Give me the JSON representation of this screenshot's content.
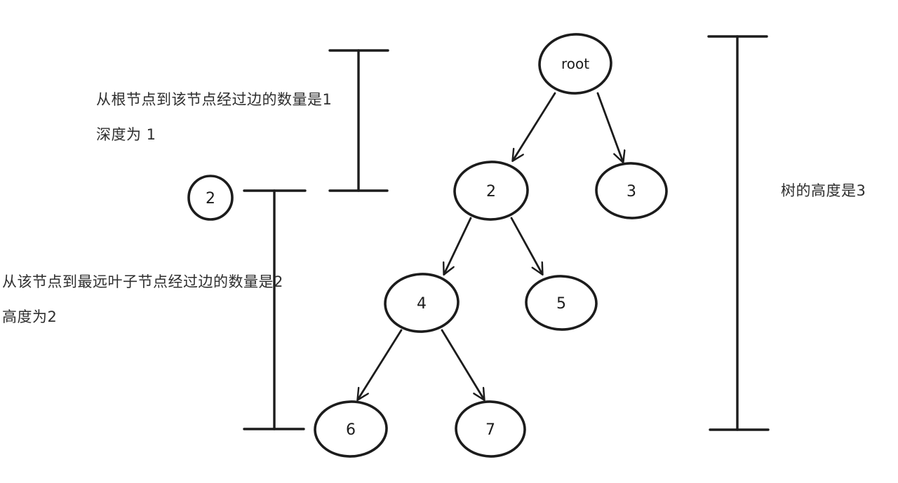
{
  "page": {
    "background": "#ffffff",
    "stroke_color": "#1c1c1c",
    "text_color": "#2e2e2e"
  },
  "annotations": {
    "depth_line1": "从根节点到该节点经过边的数量是1",
    "depth_line2": "深度为 1",
    "height_line1": "从该节点到最远叶子节点经过边的数量是2",
    "height_line2": "高度为2",
    "tree_height": "树的高度是3"
  },
  "side_node": {
    "label": "2"
  },
  "tree": {
    "nodes": [
      {
        "id": "root",
        "label": "root"
      },
      {
        "id": "2",
        "label": "2"
      },
      {
        "id": "3",
        "label": "3"
      },
      {
        "id": "4",
        "label": "4"
      },
      {
        "id": "5",
        "label": "5"
      },
      {
        "id": "6",
        "label": "6"
      },
      {
        "id": "7",
        "label": "7"
      }
    ],
    "edges": [
      {
        "from": "root",
        "to": "2"
      },
      {
        "from": "root",
        "to": "3"
      },
      {
        "from": "2",
        "to": "4"
      },
      {
        "from": "2",
        "to": "5"
      },
      {
        "from": "4",
        "to": "6"
      },
      {
        "from": "4",
        "to": "7"
      }
    ],
    "measures": [
      {
        "name": "depth-1-bracket",
        "meaning": "深度为 1"
      },
      {
        "name": "height-2-bracket",
        "meaning": "高度为2"
      },
      {
        "name": "tree-height-3-bracket",
        "meaning": "树的高度是3"
      }
    ]
  }
}
